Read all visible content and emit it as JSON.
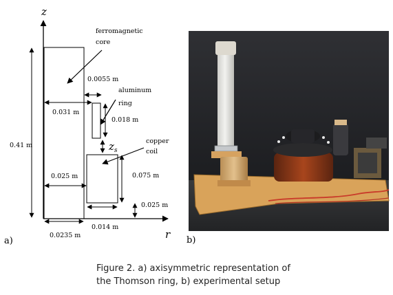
{
  "diagram": {
    "axis_z": "z",
    "axis_r": "r",
    "zs_main": "z",
    "zs_sub": "s",
    "panel_a": "a)",
    "panel_b": "b)",
    "labels": {
      "ferromagnetic": "ferromagnetic",
      "core": "core",
      "aluminum": "aluminum",
      "ring": "ring",
      "copper": "copper",
      "coil": "coil",
      "d_0055": "0.0055 m",
      "d_031": "0.031 m",
      "d_0018": "0.018 m",
      "d_041": "0.41 m",
      "d_0025r": "0.025 m",
      "d_0075": "0.075 m",
      "d_0025z": "0.025 m",
      "d_0014": "0.014 m",
      "d_00235": "0.0235 m"
    }
  },
  "caption": {
    "line1": "Figure 2.  a) axisymmetric representation of",
    "line2": "the Thomson ring, b) experimental setup"
  }
}
